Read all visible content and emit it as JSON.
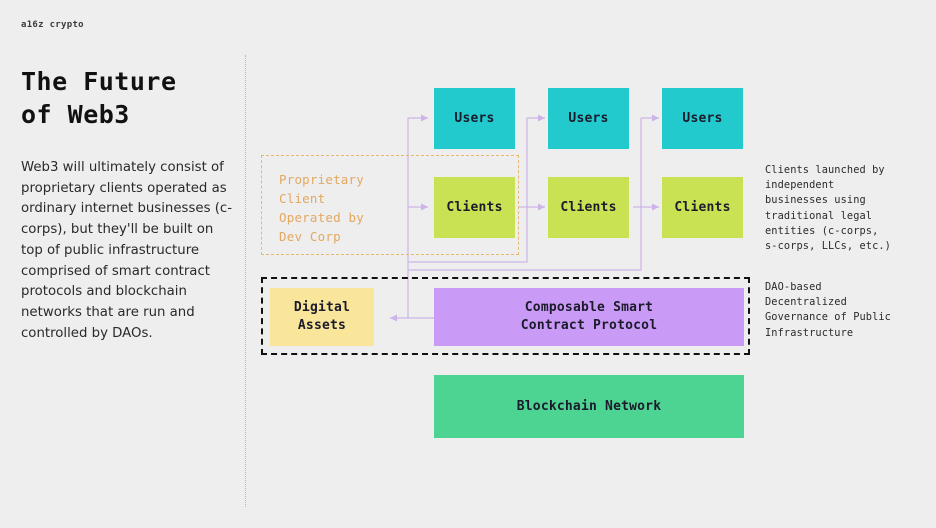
{
  "brand": {
    "label": "a16z crypto"
  },
  "left": {
    "title": "The Future\nof Web3",
    "body": "Web3 will ultimately consist of proprietary clients operated as ordinary internet businesses (c-corps), but they'll be built on top of public infrastructure comprised of smart contract protocols and blockchain networks that are run and controlled by DAOs."
  },
  "diagram": {
    "columns": [
      {
        "users_label": "Users",
        "clients_label": "Clients"
      },
      {
        "users_label": "Users",
        "clients_label": "Clients"
      },
      {
        "users_label": "Users",
        "clients_label": "Clients"
      }
    ],
    "proprietary_frame_label": "Proprietary\nClient\nOperated by\nDev Corp",
    "digital_assets_label": "Digital\nAssets",
    "protocol_label": "Composable Smart\nContract Protocol",
    "blockchain_label": "Blockchain Network"
  },
  "annotations": {
    "clients_note": "Clients launched by\nindependent\nbusinesses using\ntraditional legal\nentities (c-corps,\ns-corps, LLCs, etc.)",
    "dao_note": "DAO-based\nDecentralized\nGovernance of Public\nInfrastructure"
  },
  "colors": {
    "background": "#eeeeee",
    "users": "#22c9cd",
    "clients": "#c9e254",
    "digital_assets": "#fae69b",
    "protocol": "#c99bf7",
    "blockchain": "#4dd493",
    "connector": "#cdb4e8",
    "frame_orange": "#e8b870",
    "frame_black": "#111111"
  }
}
